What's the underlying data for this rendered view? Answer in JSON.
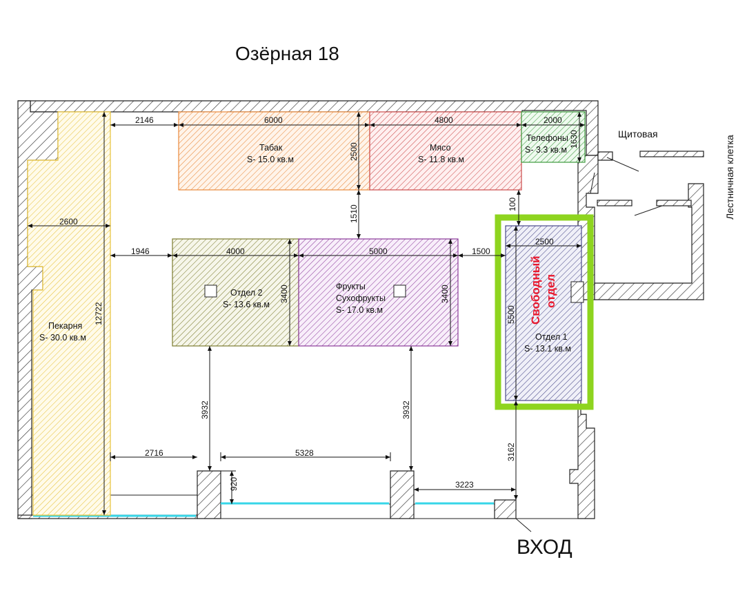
{
  "title": "Озёрная 18",
  "entrance_label": "ВХОД",
  "colors": {
    "bakery": "#e7c23a",
    "tobacco": "#e98a3c",
    "meat": "#cc4b4b",
    "phones": "#3c9a3c",
    "dept2": "#8a8a3a",
    "fruits": "#8b3a9a",
    "dept1": "#4a4a8a",
    "highlight": "#8ed41f",
    "glass": "#36d6e8",
    "free_text": "#e8182e"
  },
  "rooms": {
    "bakery": {
      "name": "Пекарня",
      "area": "S- 30.0 кв.м"
    },
    "tobacco": {
      "name": "Табак",
      "area": "S- 15.0 кв.м"
    },
    "meat": {
      "name": "Мясо",
      "area": "S- 11.8 кв.м"
    },
    "phones": {
      "name": "Телефоны",
      "area": "S- 3.3 кв.м"
    },
    "dept2": {
      "name": "Отдел 2",
      "area": "S- 13.6 кв.м"
    },
    "fruits": {
      "name_line1": "Фрукты",
      "name_line2": "Сухофрукты",
      "area": "S- 17.0 кв.м"
    },
    "dept1": {
      "name": "Отдел 1",
      "area": "S- 13.1 кв.м"
    }
  },
  "free_label": {
    "line1": "Свободный",
    "line2": "отдел"
  },
  "side_labels": {
    "switchboard": "Щитовая",
    "stairwell": "Лестничная клетка"
  },
  "dimensions": {
    "d2146": "2146",
    "d6000": "6000",
    "d4800": "4800",
    "d2000": "2000",
    "d1630": "1630",
    "d2500v": "2500",
    "d1510": "1510",
    "d100": "100",
    "d2600": "2600",
    "d1946": "1946",
    "d4000": "4000",
    "d5000": "5000",
    "d1500": "1500",
    "d2500h": "2500",
    "d3400a": "3400",
    "d3400b": "3400",
    "d5500": "5500",
    "d12722": "12722",
    "d3932a": "3932",
    "d3932b": "3932",
    "d3162": "3162",
    "d2716": "2716",
    "d5328": "5328",
    "d920": "920",
    "d3223": "3223"
  }
}
